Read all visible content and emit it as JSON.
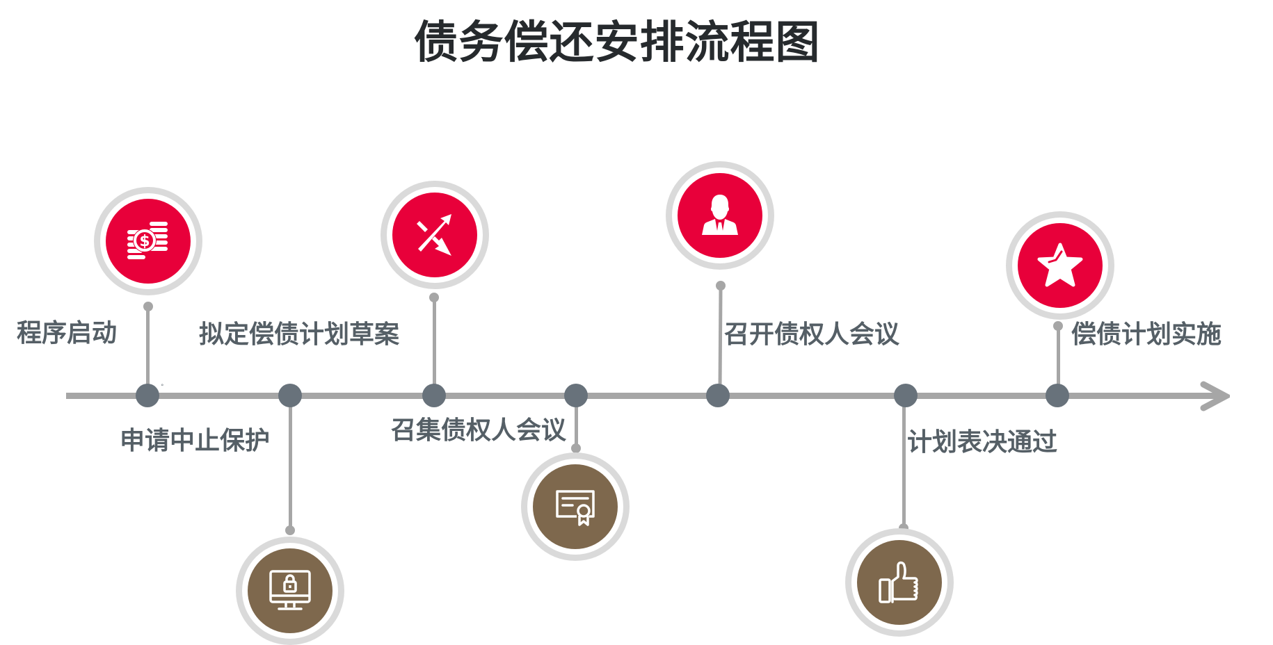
{
  "title": "债务偿还安排流程图",
  "colors": {
    "accent_red": "#e8003a",
    "accent_brown": "#7e684d",
    "node": "#68727b",
    "line": "#a6a6a6",
    "ring": "#dadada",
    "label": "#555f66",
    "title": "#262a2d"
  },
  "steps": [
    {
      "order": 1,
      "label": "程序启动",
      "position": "above",
      "icon": "coins-dollar-icon",
      "color": "red"
    },
    {
      "order": 2,
      "label": "申请中止保护",
      "position": "below",
      "icon": "monitor-lock-icon",
      "color": "brown"
    },
    {
      "order": 3,
      "label": "拟定偿债计划草案",
      "position": "above",
      "icon": "crossing-arrows-icon",
      "color": "red"
    },
    {
      "order": 4,
      "label": "召集债权人会议",
      "position": "below",
      "icon": "certificate-icon",
      "color": "brown"
    },
    {
      "order": 5,
      "label": "召开债权人会议",
      "position": "above",
      "icon": "businessman-icon",
      "color": "red"
    },
    {
      "order": 6,
      "label": "计划表决通过",
      "position": "below",
      "icon": "thumbs-up-icon",
      "color": "brown"
    },
    {
      "order": 7,
      "label": "偿债计划实施",
      "position": "above",
      "icon": "star-icon",
      "color": "red"
    }
  ],
  "stray_mark": "°"
}
